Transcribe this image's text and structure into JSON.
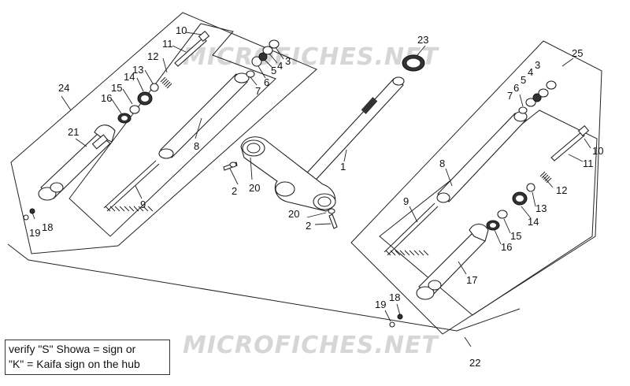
{
  "watermark": {
    "top": "MICROFICHES.NET",
    "bottom": "MICROFICHES.NET"
  },
  "note": {
    "line1": "verify \"S\" Showa = sign or",
    "line2": "\"K\" = Kaifa sign on the hub"
  },
  "callouts": {
    "c1": "1",
    "c2a": "2",
    "c2b": "2",
    "c3l": "3",
    "c3r": "3",
    "c4l": "4",
    "c4r": "4",
    "c5l": "5",
    "c5r": "5",
    "c6l": "6",
    "c6r": "6",
    "c7l": "7",
    "c7r": "7",
    "c8l": "8",
    "c8r": "8",
    "c9l": "9",
    "c9r": "9",
    "c10l": "10",
    "c10r": "10",
    "c11l": "11",
    "c11r": "11",
    "c12l": "12",
    "c12r": "12",
    "c13l": "13",
    "c13r": "13",
    "c14l": "14",
    "c14r": "14",
    "c15l": "15",
    "c15r": "15",
    "c16l": "16",
    "c16r": "16",
    "c17": "17",
    "c18l": "18",
    "c18r": "18",
    "c19l": "19",
    "c19r": "19",
    "c20a": "20",
    "c20b": "20",
    "c21": "21",
    "c22": "22",
    "c23": "23",
    "c24": "24",
    "c25": "25"
  }
}
